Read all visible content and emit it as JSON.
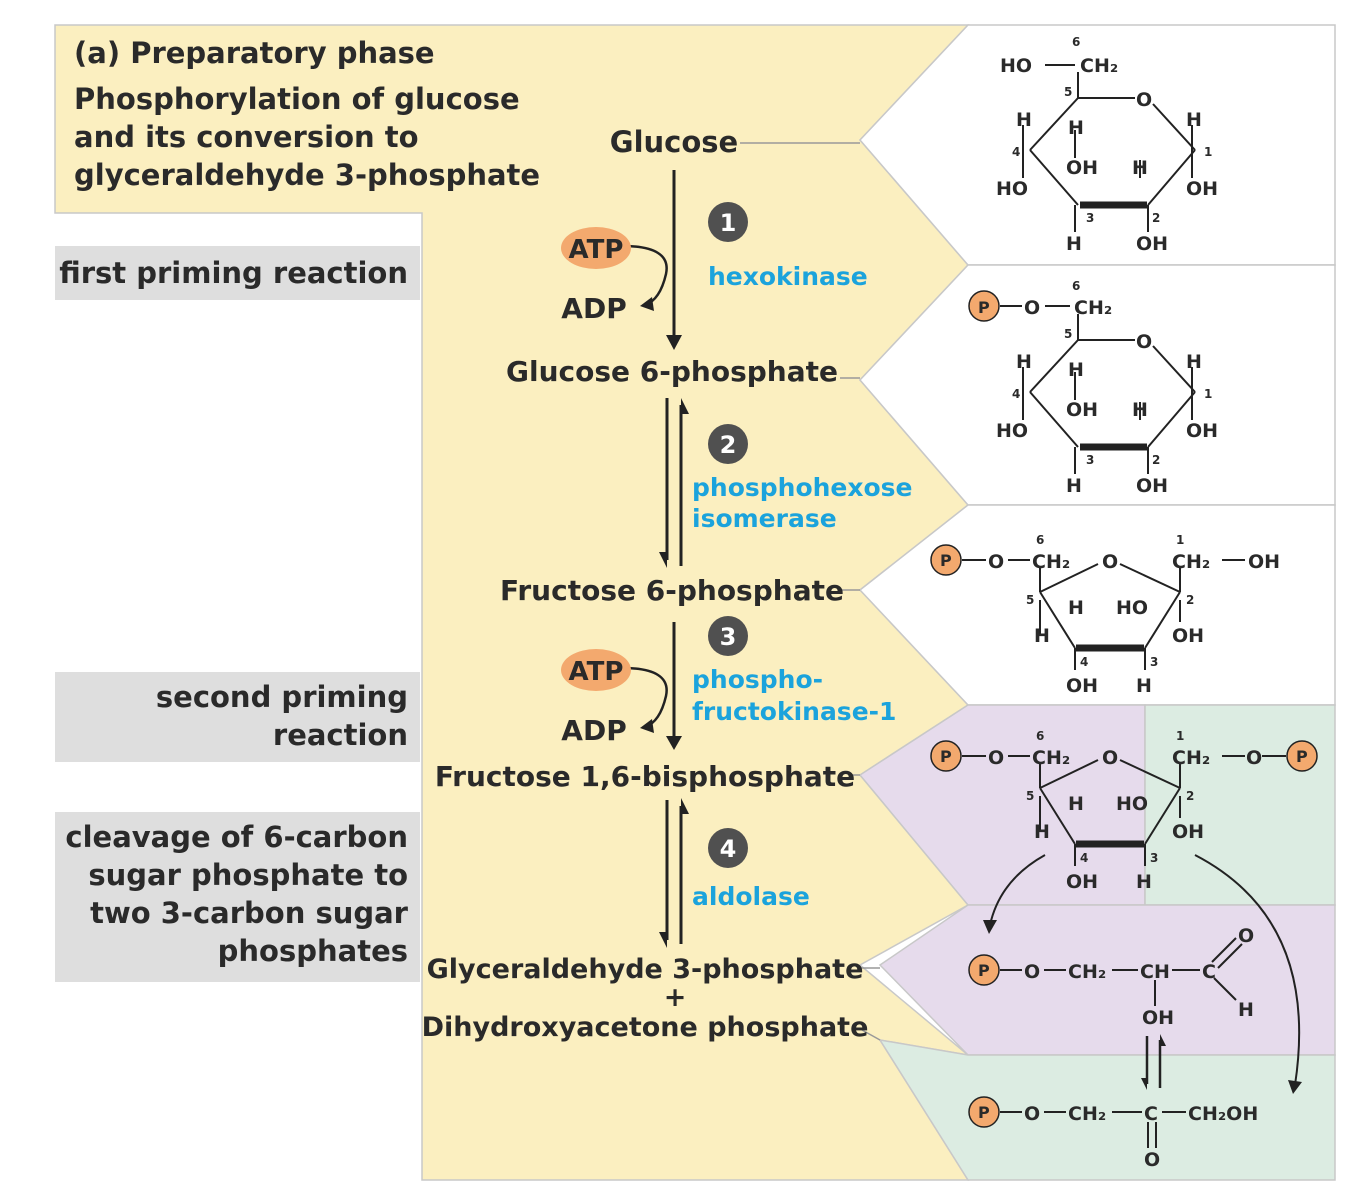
{
  "title": {
    "panel": "(a)",
    "heading": "Preparatory phase",
    "subtitle_lines": [
      "Phosphorylation of glucose",
      "and its conversion to",
      "glyceraldehyde 3-phosphate"
    ]
  },
  "side_labels": {
    "first_priming": [
      "first priming reaction"
    ],
    "second_priming": [
      "second priming",
      "reaction"
    ],
    "cleavage": [
      "cleavage of 6-carbon",
      "sugar phosphate to",
      "two 3-carbon sugar",
      "phosphates"
    ]
  },
  "compounds": {
    "glucose": "Glucose",
    "g6p": "Glucose 6-phosphate",
    "f6p": "Fructose 6-phosphate",
    "fbp": "Fructose 1,6-bisphosphate",
    "gap": "Glyceraldehyde 3-phosphate",
    "plus": "+",
    "dhap": "Dihydroxyacetone phosphate"
  },
  "steps": [
    {
      "number": "1",
      "enzyme_lines": [
        "hexokinase"
      ],
      "cofactors": {
        "in": "ATP",
        "out": "ADP"
      }
    },
    {
      "number": "2",
      "enzyme_lines": [
        "phosphohexose",
        "isomerase"
      ]
    },
    {
      "number": "3",
      "enzyme_lines": [
        "phospho-",
        "fructokinase-1"
      ],
      "cofactors": {
        "in": "ATP",
        "out": "ADP"
      }
    },
    {
      "number": "4",
      "enzyme_lines": [
        "aldolase"
      ]
    }
  ],
  "structure_labels": {
    "HO": "HO",
    "OH": "OH",
    "H": "H",
    "O": "O",
    "CH2": "CH₂",
    "P": "P",
    "CH": "CH",
    "C": "C",
    "CH2OH": "CH₂OH",
    "c1": "1",
    "c2": "2",
    "c3": "3",
    "c4": "4",
    "c5": "5",
    "c6": "6"
  },
  "colors": {
    "yellow_bg": "#fbefc0",
    "gray_band": "#dedede",
    "white_panel": "#ffffff",
    "purple_bg": "#e6dbec",
    "green_bg": "#dcece2",
    "enzyme_blue": "#1ba3dc",
    "atp_orange": "#f3a96e",
    "step_circle": "#505050",
    "text_dark": "#2a2a2a"
  }
}
